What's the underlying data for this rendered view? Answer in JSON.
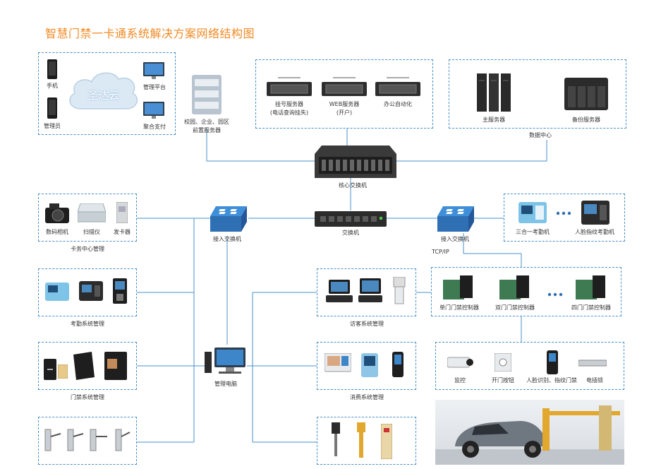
{
  "title": "智慧门禁一卡通系统解决方案网络结构图",
  "cloud": {
    "name": "圣达云",
    "phone": "手机",
    "admin": "管理员",
    "platform": "管理平台",
    "payment": "聚合支付"
  },
  "front_server": {
    "line1": "校园、企业、园区",
    "line2": "前置服务器"
  },
  "servers": [
    {
      "line1": "挂号服务器",
      "line2": "(电话查询挂失)"
    },
    {
      "line1": "WEB服务器",
      "line2": "(开户)"
    },
    {
      "line1": "办公自动化",
      "line2": ""
    }
  ],
  "data_center": {
    "main": "主服务器",
    "backup": "备份服务器",
    "caption": "数据中心"
  },
  "core_switch": "核心交换机",
  "switch": "交换机",
  "access_switch_left": "接入交换机",
  "access_switch_right": "接入交换机",
  "tcpip": "TCP/IP",
  "attendance_right": {
    "a": "三合一考勤机",
    "b": "人脸指纹考勤机"
  },
  "card_center": {
    "camera": "数码相机",
    "scanner": "扫描仪",
    "issuer": "发卡器",
    "caption": "卡务中心管理"
  },
  "attendance_sys": {
    "caption": "考勤系统管理"
  },
  "door_sys": {
    "caption": "门禁系统管理"
  },
  "mgmt_pc": "管理电脑",
  "visitor_sys": {
    "caption": "访客系统管理"
  },
  "consume_sys": {
    "caption": "消费系统管理"
  },
  "controllers": {
    "single": "单门门禁控制器",
    "double": "双门门禁控制器",
    "four": "四门门禁控制器"
  },
  "security": {
    "monitor": "监控",
    "exit_button": "开门按钮",
    "face": "人脸识别、指纹门禁",
    "lock": "电插锁"
  }
}
